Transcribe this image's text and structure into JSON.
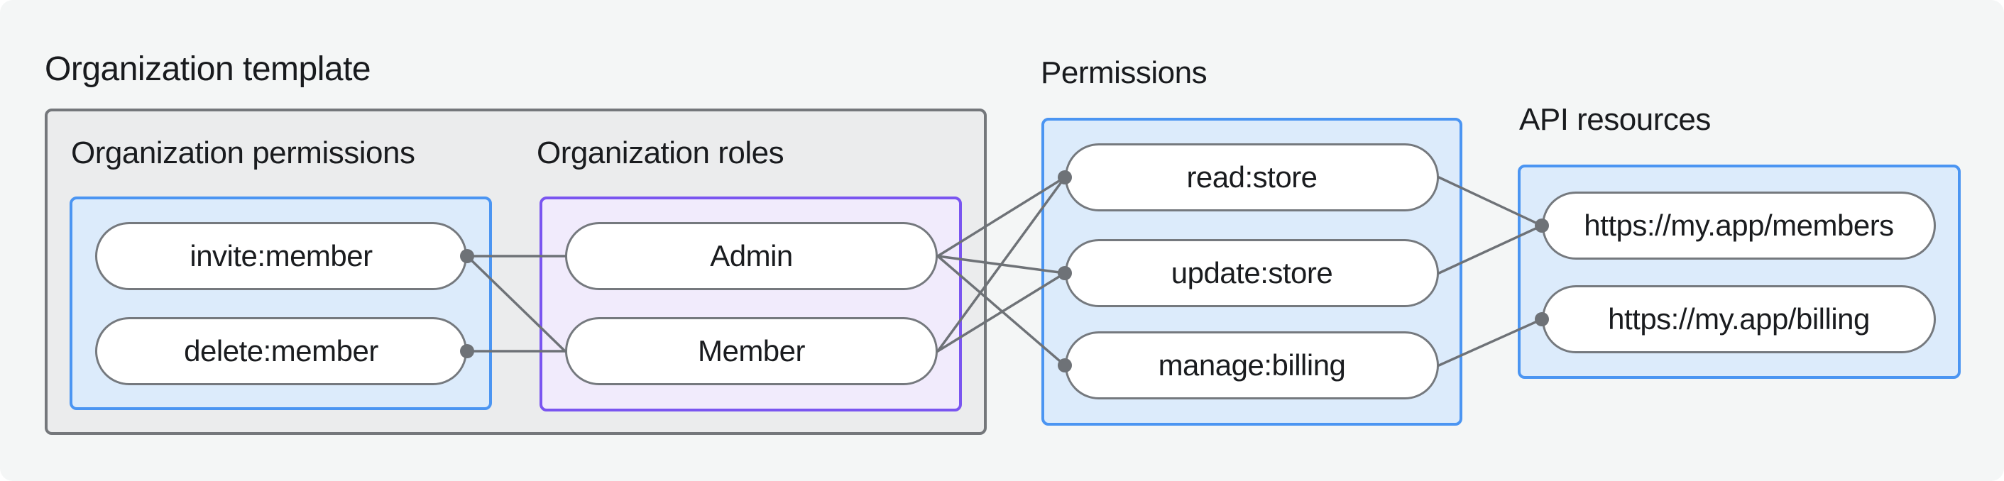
{
  "diagram": {
    "groups": {
      "org_template": {
        "label": "Organization template"
      },
      "org_permissions": {
        "label": "Organization permissions"
      },
      "org_roles": {
        "label": "Organization roles"
      },
      "permissions": {
        "label": "Permissions"
      },
      "api_resources": {
        "label": "API resources"
      }
    },
    "nodes": {
      "invite_member": {
        "label": "invite:member"
      },
      "delete_member": {
        "label": "delete:member"
      },
      "admin": {
        "label": "Admin"
      },
      "member": {
        "label": "Member"
      },
      "read_store": {
        "label": "read:store"
      },
      "update_store": {
        "label": "update:store"
      },
      "manage_billing": {
        "label": "manage:billing"
      },
      "api_members": {
        "label": "https://my.app/members"
      },
      "api_billing": {
        "label": "https://my.app/billing"
      }
    },
    "edges": [
      {
        "from": "invite_member",
        "to": "admin"
      },
      {
        "from": "invite_member",
        "to": "member"
      },
      {
        "from": "delete_member",
        "to": "member"
      },
      {
        "from": "admin",
        "to": "read_store"
      },
      {
        "from": "admin",
        "to": "update_store"
      },
      {
        "from": "admin",
        "to": "manage_billing"
      },
      {
        "from": "member",
        "to": "read_store"
      },
      {
        "from": "member",
        "to": "update_store"
      },
      {
        "from": "read_store",
        "to": "api_members"
      },
      {
        "from": "update_store",
        "to": "api_members"
      },
      {
        "from": "manage_billing",
        "to": "api_billing"
      }
    ],
    "dots": [
      {
        "node": "invite_member",
        "side": "right"
      },
      {
        "node": "delete_member",
        "side": "right"
      },
      {
        "node": "read_store",
        "side": "left"
      },
      {
        "node": "update_store",
        "side": "left"
      },
      {
        "node": "manage_billing",
        "side": "left"
      },
      {
        "node": "api_members",
        "side": "left"
      },
      {
        "node": "api_billing",
        "side": "left"
      }
    ],
    "colors": {
      "line": "#6e7277",
      "dot": "#6e7277",
      "blue_border": "#4b95f2",
      "blue_fill": "#dcebfb",
      "purple_border": "#7a55f0",
      "purple_fill": "#f1ebfc",
      "gray_border": "#74777b",
      "gray_fill": "#ebeced",
      "pill_border": "#75797e",
      "pill_fill": "#ffffff",
      "text": "#1a1c1f"
    }
  }
}
